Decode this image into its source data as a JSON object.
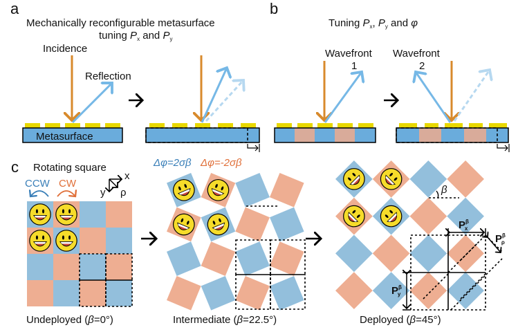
{
  "colors": {
    "blue": "#93bfdc",
    "salmon": "#eeae92",
    "metasurface_blue": "#6aacdc",
    "metasurface_salmon": "#d9ab9a",
    "gold": "#e8d800",
    "incidence": "#d88a2c",
    "reflection": "#76b8e6",
    "reflection_shifted": "#b6d8f0",
    "ccw": "#3a7fb8",
    "cw": "#e0703a",
    "emoji_face": "#f6dc2a",
    "emoji_mouth": "#c9473a"
  },
  "panel_a": {
    "label": "a",
    "title_line1": "Mechanically reconfigurable metasurface",
    "title_line2_prefix": "tuning ",
    "title_px": "P",
    "title_px_sub": "x",
    "title_and": " and ",
    "title_py": "P",
    "title_py_sub": "y",
    "incidence_label": "Incidence",
    "reflection_label": "Reflection",
    "metasurface_label": "Metasurface"
  },
  "panel_b": {
    "label": "b",
    "title_prefix": "Tuning ",
    "title_px": "P",
    "title_px_sub": "x",
    "title_comma": ", ",
    "title_py": "P",
    "title_py_sub": "y",
    "title_and": " and ",
    "title_phi": "φ",
    "wavefront1_label": "Wavefront",
    "wavefront1_num": "1",
    "wavefront2_label": "Wavefront",
    "wavefront2_num": "2"
  },
  "panel_c": {
    "label": "c",
    "title": "Rotating square",
    "ccw_label": "CCW",
    "cw_label": "CW",
    "axis_x": "x",
    "axis_y": "y",
    "axis_rho": "ρ",
    "delta_phi_pos": "Δφ=2σβ",
    "delta_phi_neg": "Δφ=-2σβ",
    "beta_label": "β",
    "px_label": "P",
    "py_label": "P",
    "prho_label": "P",
    "sup_beta": "β",
    "sub_x": "x",
    "sub_y": "y",
    "sub_rho": "ρ",
    "states": [
      {
        "name": "Undeployed",
        "caption_prefix": "Undeployed (",
        "beta_sym": "β",
        "caption_value": "=0°)",
        "beta_deg": 0
      },
      {
        "name": "Intermediate",
        "caption_prefix": "Intermediate (",
        "beta_sym": "β",
        "caption_value": "=22.5°)",
        "beta_deg": 22.5
      },
      {
        "name": "Deployed",
        "caption_prefix": "Deployed (",
        "beta_sym": "β",
        "caption_value": "=45°)",
        "beta_deg": 45
      }
    ]
  }
}
